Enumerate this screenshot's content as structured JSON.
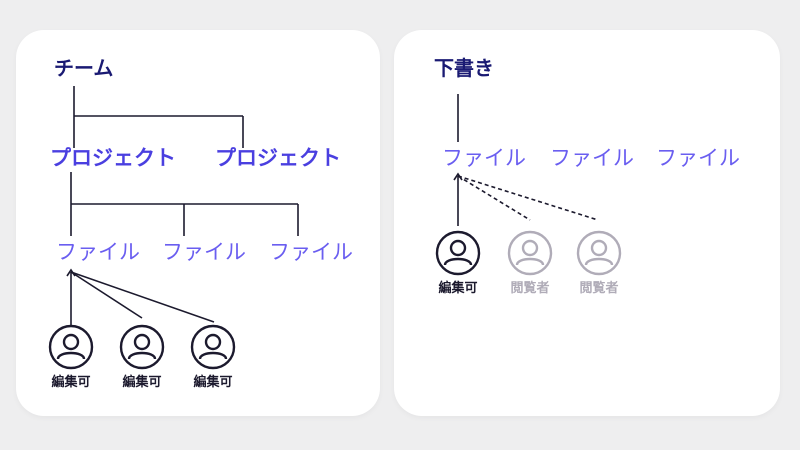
{
  "colors": {
    "title": "#1a1a73",
    "project": "#4a3fe0",
    "file": "#6a5ef0",
    "line": "#1c1a2e",
    "user_active": "#1c1a2e",
    "user_inactive": "#b0acb8",
    "card": "#ffffff",
    "background": "#eeeeef"
  },
  "team_panel": {
    "title": "チーム",
    "projects": [
      "プロジェクト",
      "プロジェクト"
    ],
    "files": [
      "ファイル",
      "ファイル",
      "ファイル"
    ],
    "users": [
      {
        "role": "編集可",
        "icon": "user-icon"
      },
      {
        "role": "編集可",
        "icon": "user-icon"
      },
      {
        "role": "編集可",
        "icon": "user-icon"
      }
    ]
  },
  "draft_panel": {
    "title": "下書き",
    "files": [
      "ファイル",
      "ファイル",
      "ファイル"
    ],
    "users": [
      {
        "role": "編集可",
        "icon": "user-icon",
        "active": true
      },
      {
        "role": "閲覧者",
        "icon": "user-icon",
        "active": false
      },
      {
        "role": "閲覧者",
        "icon": "user-icon",
        "active": false
      }
    ]
  }
}
